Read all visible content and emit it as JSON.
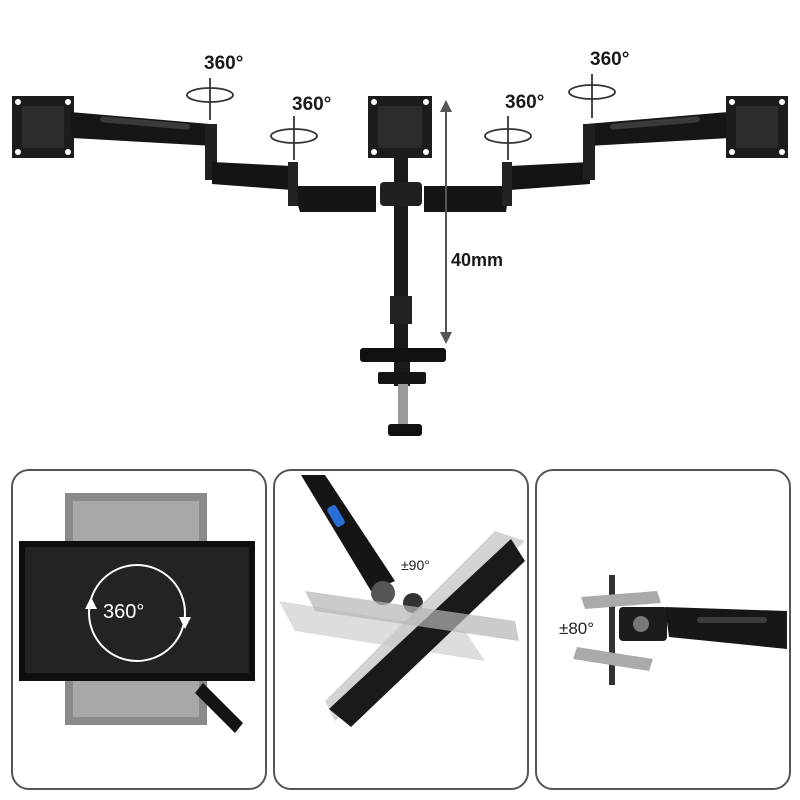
{
  "main_product": {
    "rotation_labels": [
      "360°",
      "360°",
      "360°",
      "360°"
    ],
    "height_label": "40mm"
  },
  "detail_panels": [
    {
      "label": "360°"
    },
    {
      "label": "±90°"
    },
    {
      "label": "±80°"
    }
  ]
}
